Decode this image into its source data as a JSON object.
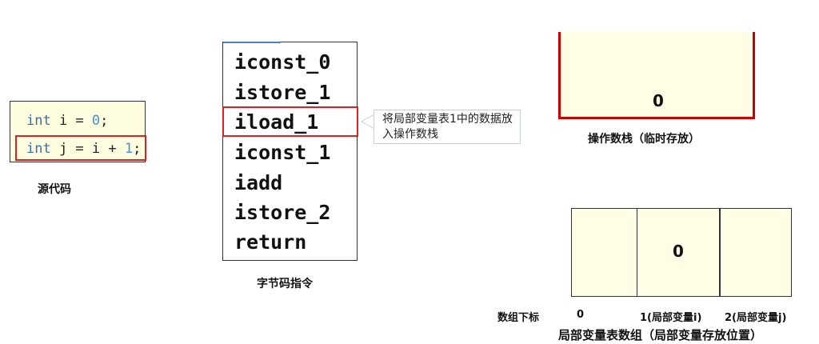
{
  "source_code": {
    "lines": [
      {
        "kw": "int",
        "rest": " i = ",
        "num": "0",
        "end": ";"
      },
      {
        "kw": "int",
        "rest": " j = i + ",
        "num": "1",
        "end": ";"
      }
    ],
    "label": "源代码"
  },
  "bytecode": {
    "instructions": [
      "iconst_0",
      "istore_1",
      "iload_1",
      "iconst_1",
      "iadd",
      "istore_2",
      "return"
    ],
    "highlighted_index": 2,
    "label": "字节码指令",
    "callout": "将局部变量表1中的数据放入操作数栈"
  },
  "operand_stack": {
    "values": [
      "0"
    ],
    "label": "操作数栈（临时存放）"
  },
  "local_variables": {
    "cells": [
      "",
      "0",
      ""
    ],
    "index_label": "数组下标",
    "indices": [
      "0",
      "1(局部变量i)",
      "2(局部变量j)"
    ],
    "title": "局部变量表数组（局部变量存放位置）"
  },
  "colors": {
    "highlight": "#e02020",
    "cell_bg": "#fffde6",
    "keyword": "#3b6db3"
  }
}
